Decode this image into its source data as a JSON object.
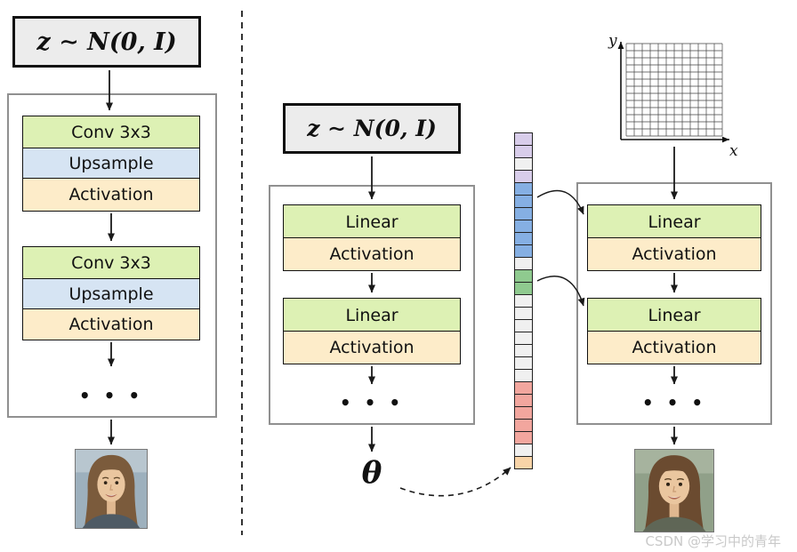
{
  "left_panel": {
    "latent": "z ∼ N(0, I)",
    "stack1": [
      "Conv 3x3",
      "Upsample",
      "Activation"
    ],
    "stack2": [
      "Conv 3x3",
      "Upsample",
      "Activation"
    ],
    "ellipsis": "• • •"
  },
  "middle_panel": {
    "latent": "z ∼ N(0, I)",
    "stack1": [
      "Linear",
      "Activation"
    ],
    "stack2": [
      "Linear",
      "Activation"
    ],
    "ellipsis": "• • •",
    "theta": "θ"
  },
  "right_panel": {
    "axis_x_label": "x",
    "axis_y_label": "y",
    "stack1": [
      "Linear",
      "Activation"
    ],
    "stack2": [
      "Linear",
      "Activation"
    ],
    "ellipsis": "• • •"
  },
  "param_vector": {
    "cells": [
      "#d8cdea",
      "#d8cdea",
      "#f0f0f0",
      "#d8cdea",
      "#85afe3",
      "#85afe3",
      "#85afe3",
      "#85afe3",
      "#85afe3",
      "#85afe3",
      "#f0f0f0",
      "#8fca8f",
      "#8fca8f",
      "#f0f0f0",
      "#f0f0f0",
      "#f0f0f0",
      "#f0f0f0",
      "#f0f0f0",
      "#f0f0f0",
      "#f0f0f0",
      "#f2a69e",
      "#f2a69e",
      "#f2a69e",
      "#f2a69e",
      "#f2a69e",
      "#f0f0f0",
      "#f8d4a8"
    ]
  },
  "colors": {
    "block_green": "#ddf1b4",
    "block_blue": "#d6e4f3",
    "block_cream": "#fdecc9",
    "latent_box_bg": "#ececec",
    "container_border": "#909090"
  },
  "watermark": "CSDN @学习中的青年"
}
